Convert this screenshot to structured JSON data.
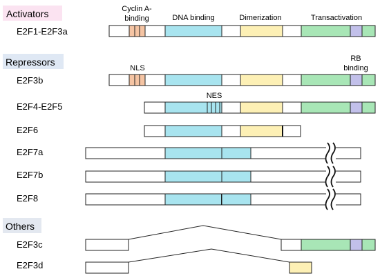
{
  "headers": {
    "activators": "Activators",
    "repressors": "Repressors",
    "others": "Others"
  },
  "domain_labels": {
    "cyclin_line1": "Cyclin A-",
    "cyclin_line2": "binding",
    "dna_binding": "DNA binding",
    "dimerization": "Dimerization",
    "transactivation": "Transactivation",
    "nls": "NLS",
    "nes": "NES",
    "rb_line1": "RB",
    "rb_line2": "binding"
  },
  "proteins": {
    "e2f1_e2f3a": "E2F1-E2F3a",
    "e2f3b": "E2F3b",
    "e2f4_e2f5": "E2F4-E2F5",
    "e2f6": "E2F6",
    "e2f7a": "E2F7a",
    "e2f7b": "E2F7b",
    "e2f8": "E2F8",
    "e2f3c": "E2F3c",
    "e2f3d": "E2F3d"
  },
  "colors": {
    "activators_header_bg": "#fbe3f1",
    "repressors_header_bg": "#dfe8f4",
    "others_header_bg": "#e3e8f0",
    "cyclin_nls": "#f5c4a3",
    "dna_binding": "#a8e4ef",
    "dimerization": "#fdf0b5",
    "transactivation": "#a8e6b6",
    "rb_binding": "#c2c0ea",
    "outline": "#222222"
  }
}
